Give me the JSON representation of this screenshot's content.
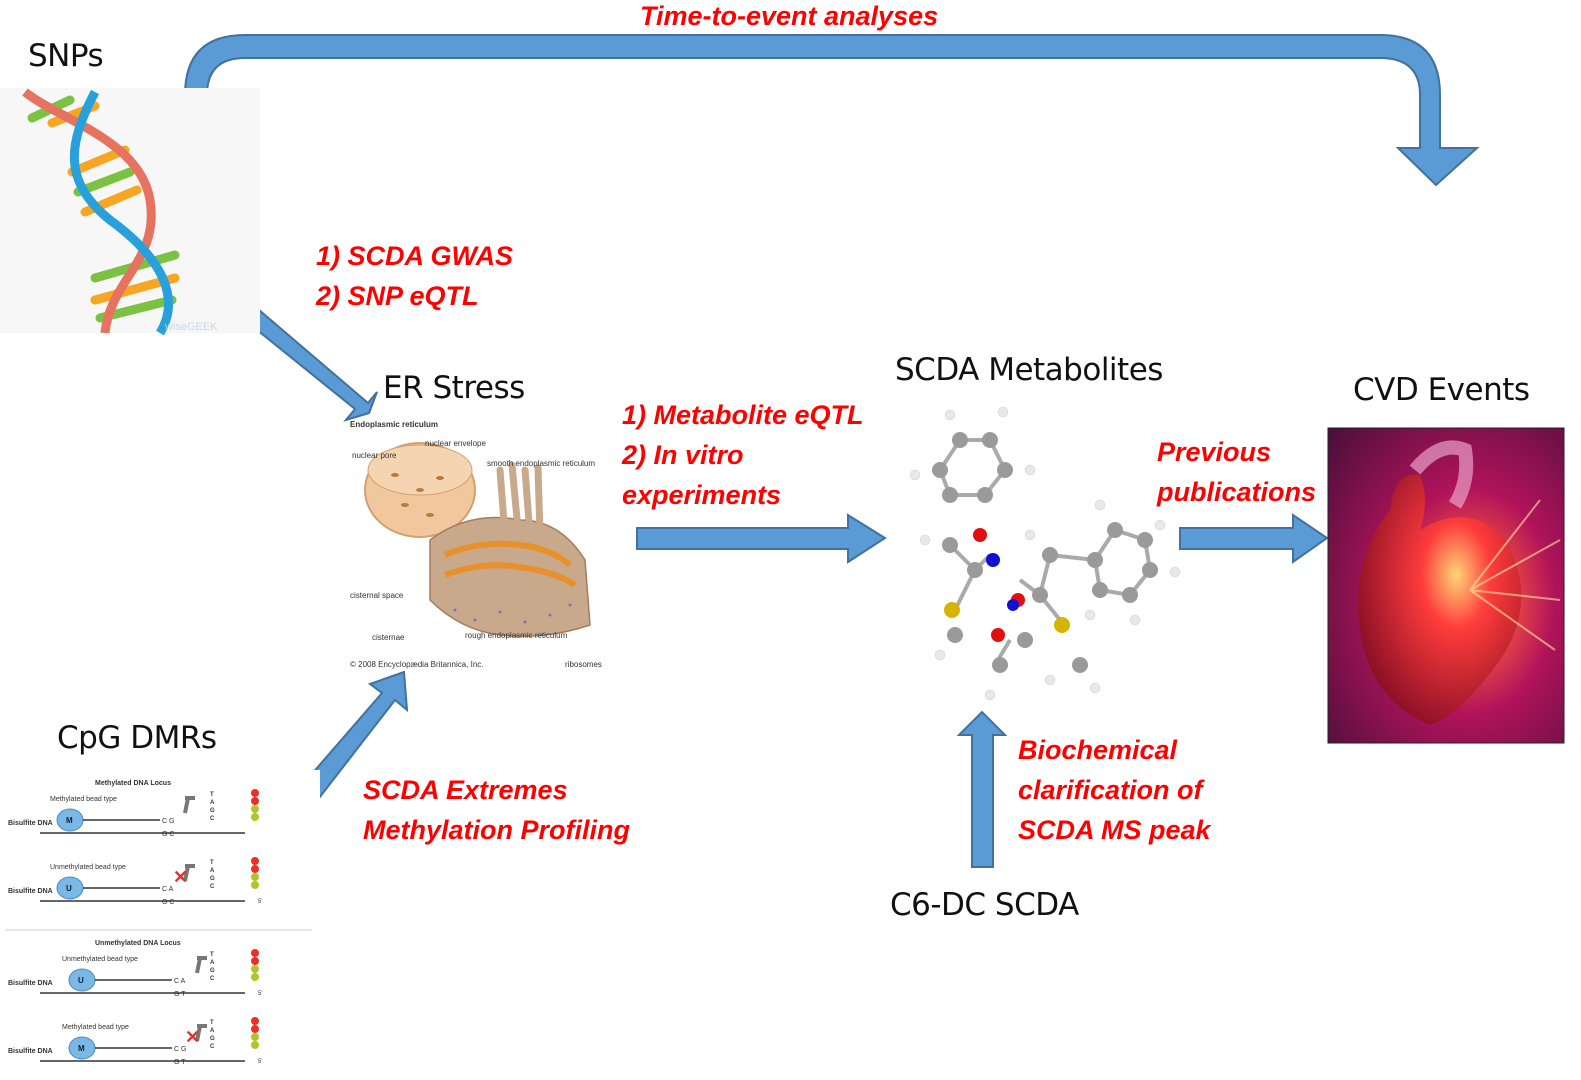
{
  "nodes": {
    "snps": {
      "title": "SNPs",
      "image_watermark": "wiseGEEK"
    },
    "er_stress": {
      "title": "ER Stress",
      "figure": {
        "heading": "Endoplasmic reticulum",
        "labels": [
          "nuclear pore",
          "nuclear envelope",
          "smooth endoplasmic reticulum",
          "cisternal space",
          "cisternae",
          "rough endoplasmic reticulum",
          "ribosomes"
        ],
        "copyright": "© 2008 Encyclopædia Britannica, Inc."
      }
    },
    "scda_metabolites": {
      "title": "SCDA Metabolites"
    },
    "cvd_events": {
      "title": "CVD Events"
    },
    "cpg_dmrs": {
      "title": "CpG DMRs",
      "figure": {
        "panels": [
          {
            "heading": "Methylated DNA Locus",
            "rows": [
              {
                "bead_label": "Methylated bead type",
                "bead_letter": "M",
                "probe": "C G",
                "target": "G C",
                "blocked": false
              },
              {
                "bead_label": "Unmethylated bead type",
                "bead_letter": "U",
                "probe": "C A",
                "target": "G C",
                "blocked": true
              }
            ]
          },
          {
            "heading": "Unmethylated DNA Locus",
            "rows": [
              {
                "bead_label": "Unmethylated bead type",
                "bead_letter": "U",
                "probe": "C A",
                "target": "G T",
                "blocked": false
              },
              {
                "bead_label": "Methylated bead type",
                "bead_letter": "M",
                "probe": "C G",
                "target": "G T",
                "blocked": true
              }
            ]
          }
        ],
        "strand_label": "Bisulfite DNA",
        "bases": [
          "T",
          "A",
          "G",
          "C"
        ],
        "end_label": "5'"
      }
    },
    "c6_dc_scda": {
      "title": "C6-DC SCDA"
    }
  },
  "edges": {
    "time_to_event": {
      "label_lines": [
        "Time-to-event analyses"
      ]
    },
    "snps_to_er": {
      "label_lines": [
        "1)  SCDA GWAS",
        "2)  SNP eQTL"
      ]
    },
    "er_to_metabolites": {
      "label_lines": [
        "1) Metabolite eQTL",
        "2) In vitro",
        "experiments"
      ]
    },
    "metabolites_to_cvd": {
      "label_lines": [
        "Previous",
        "publications"
      ]
    },
    "cpg_to_er": {
      "label_lines": [
        "SCDA Extremes",
        "Methylation Profiling"
      ]
    },
    "c6_to_metabolites": {
      "label_lines": [
        "Biochemical",
        "clarification of",
        "SCDA MS peak"
      ]
    }
  },
  "colors": {
    "arrow_fill": "#5b9bd5",
    "arrow_stroke": "#41719c",
    "edge_label": "#ff0000",
    "node_title": "#111111"
  }
}
